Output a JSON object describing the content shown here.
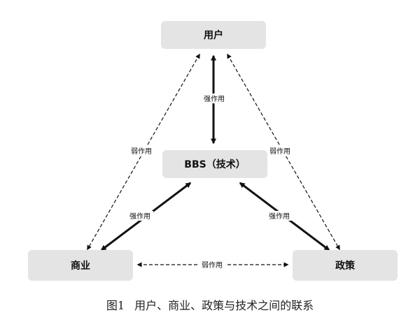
{
  "nodes": {
    "user": "用户",
    "bbs": "BBS（技术）",
    "business": "商业",
    "policy": "政策"
  },
  "links": {
    "strong": "强作用",
    "weak": "弱作用"
  },
  "caption": {
    "figure_number": "图1",
    "text": "用户、商业、政策与技术之间的联系"
  },
  "colors": {
    "node_fill": "#e4e4e4",
    "line": "#111111"
  }
}
